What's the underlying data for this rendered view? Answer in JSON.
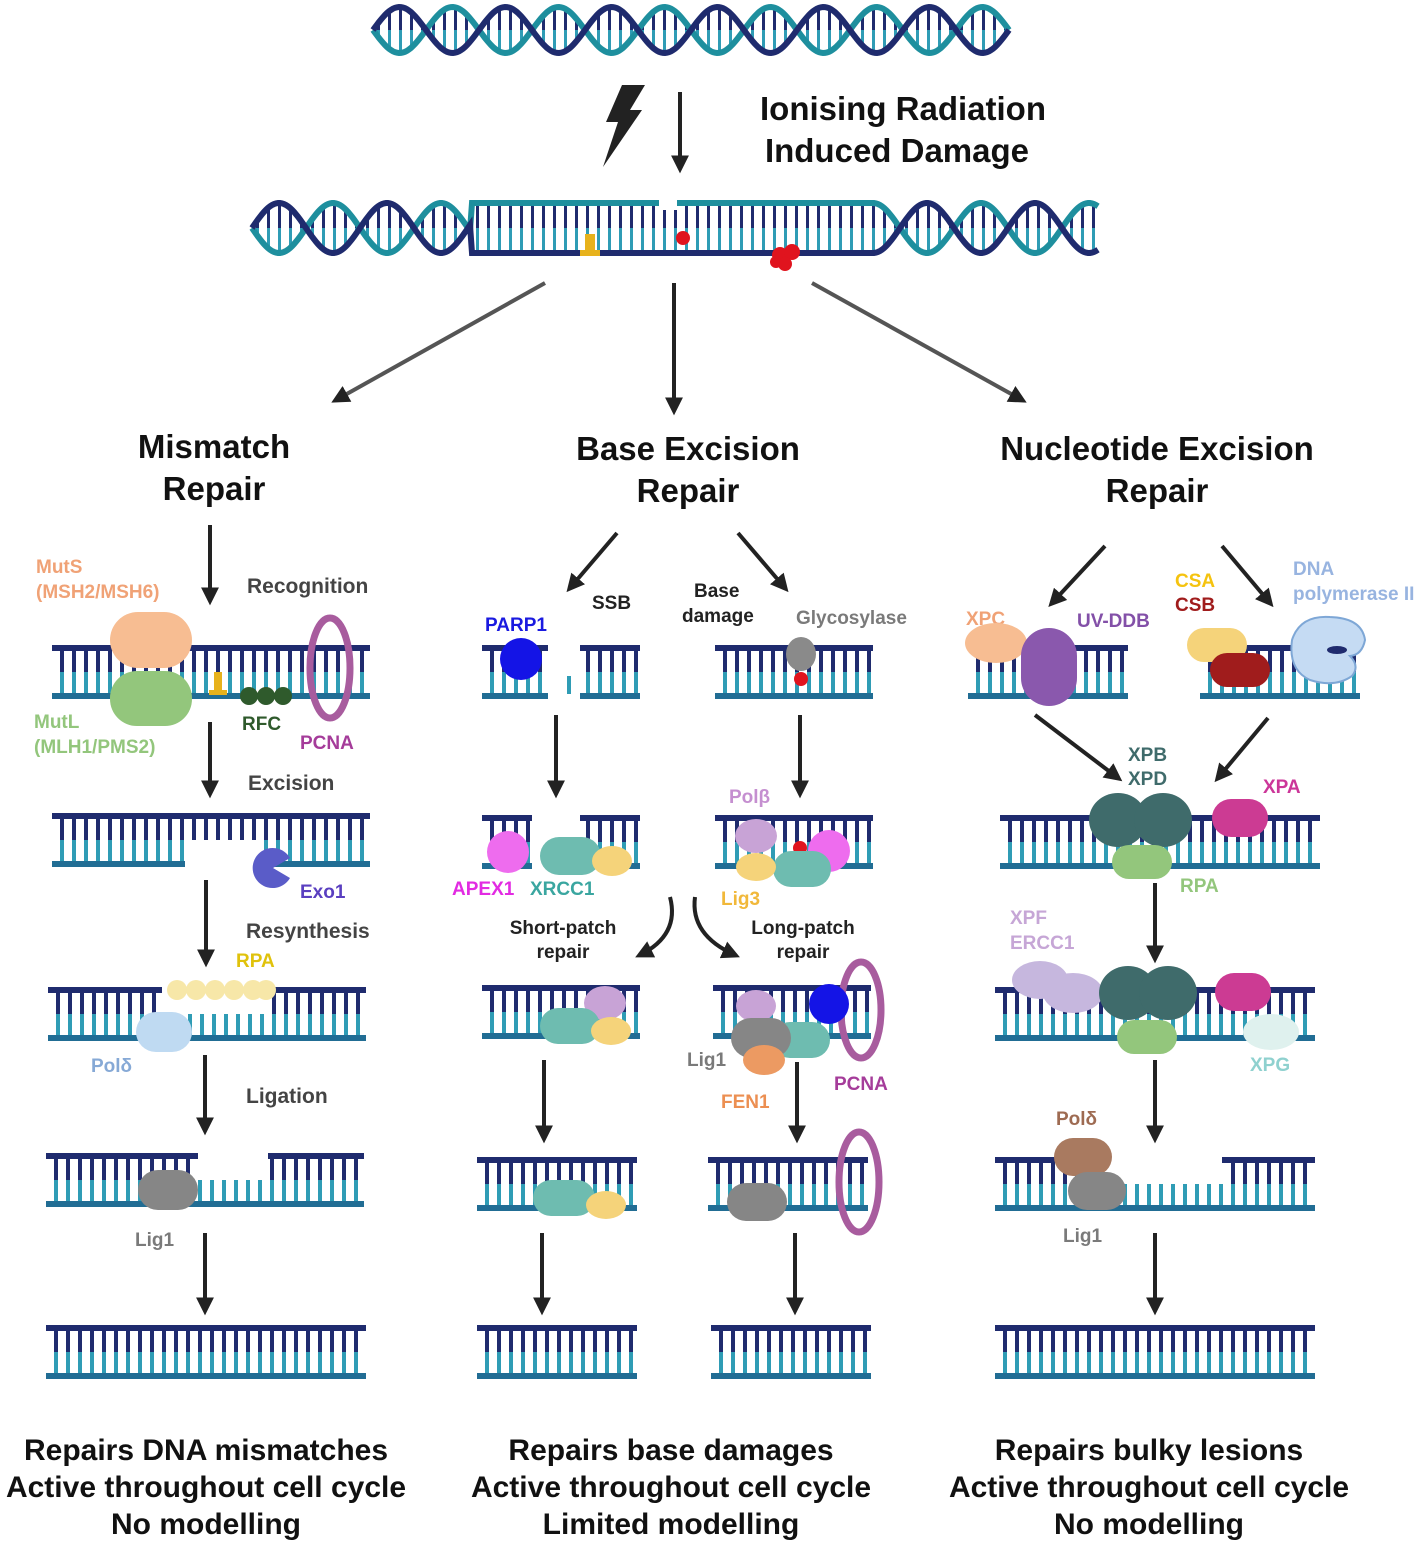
{
  "top": {
    "title_line1": "Ionising Radiation",
    "title_line2": "Induced Damage"
  },
  "colors": {
    "backbone": "#1f2b6e",
    "rung_top": "#1f2b6e",
    "rung_bottom": "#2f9cb5",
    "helix_dark": "#1f2b6e",
    "helix_teal": "#1e8f9e",
    "arrow": "#222222",
    "damage": "#e0141e",
    "mismatch": "#e7b21c"
  },
  "mmr": {
    "title_line1": "Mismatch",
    "title_line2": "Repair",
    "steps": {
      "recognition": "Recognition",
      "excision": "Excision",
      "resynthesis": "Resynthesis",
      "ligation": "Ligation"
    },
    "labels": {
      "muts_line1": "MutS",
      "muts_line2": "(MSH2/MSH6)",
      "mutl_line1": "MutL",
      "mutl_line2": "(MLH1/PMS2)",
      "rfc": "RFC",
      "pcna": "PCNA",
      "exo1": "Exo1",
      "rpa": "RPA",
      "pol_delta": "Polδ",
      "lig1": "Lig1"
    },
    "summary": [
      "Repairs DNA mismatches",
      "Active throughout cell cycle",
      "No modelling"
    ]
  },
  "ber": {
    "title_line1": "Base Excision",
    "title_line2": "Repair",
    "branches": {
      "ssb": "SSB",
      "base_damage_line1": "Base",
      "base_damage_line2": "damage",
      "short_patch_line1": "Short-patch",
      "short_patch_line2": "repair",
      "long_patch_line1": "Long-patch",
      "long_patch_line2": "repair"
    },
    "labels": {
      "parp1": "PARP1",
      "glycosylase": "Glycosylase",
      "apex1": "APEX1",
      "xrcc1": "XRCC1",
      "pol_beta": "Polβ",
      "lig3": "Lig3",
      "lig1": "Lig1",
      "fen1": "FEN1",
      "pcna": "PCNA"
    },
    "summary": [
      "Repairs base damages",
      "Active throughout cell cycle",
      "Limited modelling"
    ]
  },
  "ner": {
    "title_line1": "Nucleotide Excision",
    "title_line2": "Repair",
    "labels": {
      "xpc": "XPC",
      "uv_ddb": "UV-DDB",
      "csa": "CSA",
      "csb": "CSB",
      "dna_pol_line1": "DNA",
      "dna_pol_line2": "polymerase II",
      "xpb": "XPB",
      "xpd": "XPD",
      "xpa": "XPA",
      "rpa": "RPA",
      "xpf": "XPF",
      "ercc1": "ERCC1",
      "xpg": "XPG",
      "pol_delta": "Polδ",
      "lig1": "Lig1"
    },
    "summary": [
      "Repairs bulky lesions",
      "Active throughout cell cycle",
      "No modelling"
    ]
  }
}
